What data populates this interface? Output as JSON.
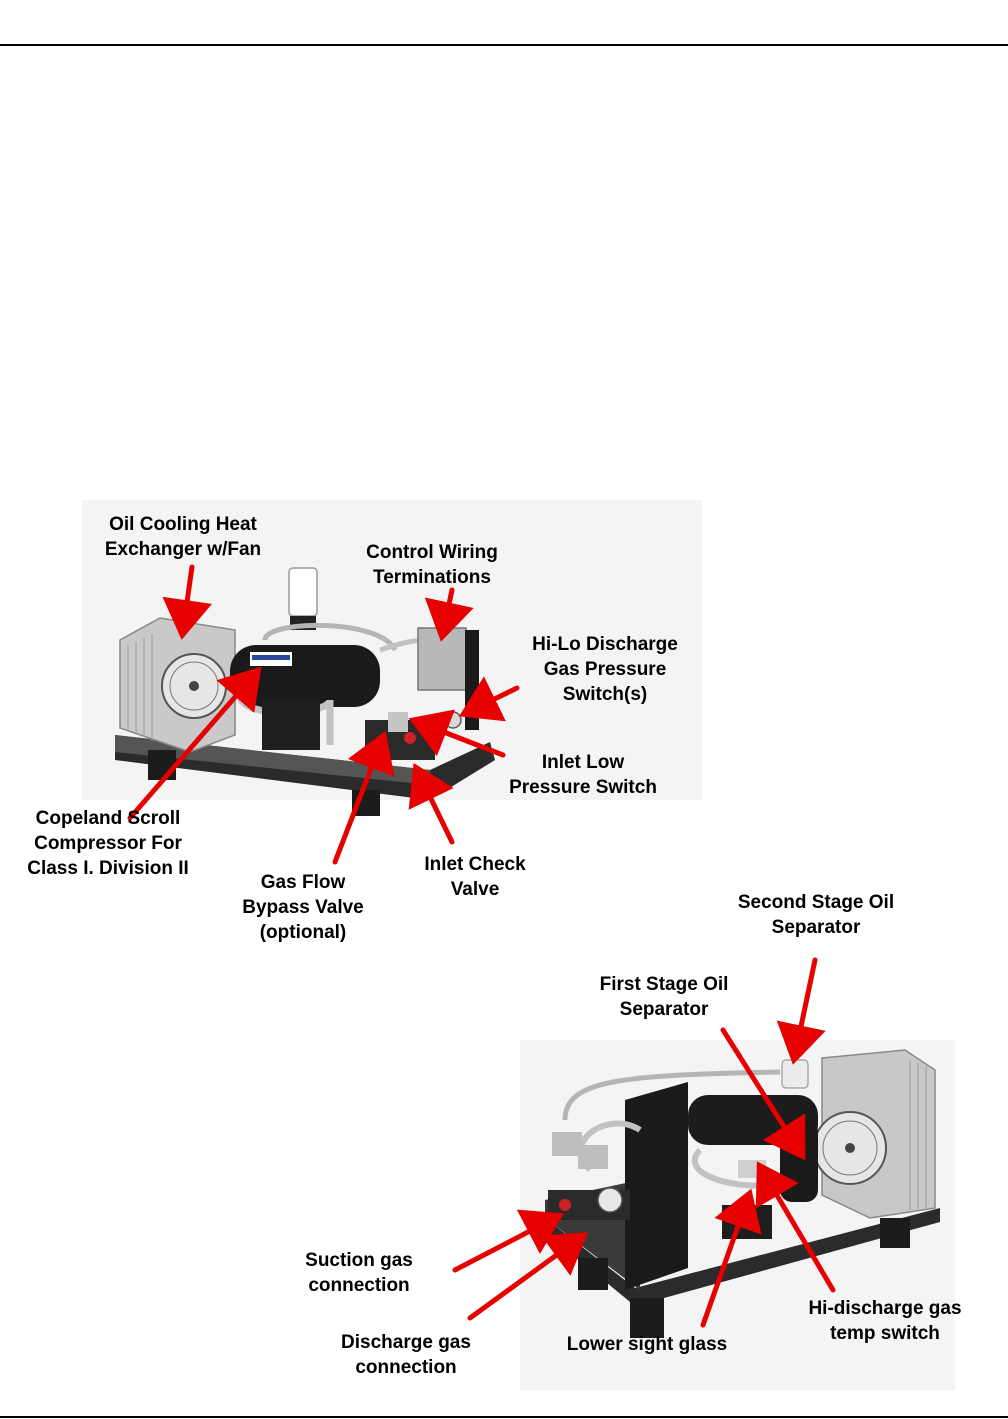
{
  "colors": {
    "arrow": "#e60000",
    "label_text": "#000000",
    "rule": "#000000"
  },
  "figure1": {
    "labels": {
      "oil_cooling": "Oil Cooling Heat\nExchanger w/Fan",
      "control_wiring": "Control Wiring\nTerminations",
      "hi_lo_switch": "Hi-Lo Discharge\nGas Pressure\nSwitch(s)",
      "inlet_low": "Inlet Low\nPressure Switch",
      "inlet_check": "Inlet Check\nValve",
      "bypass_valve": "Gas Flow\nBypass Valve\n(optional)",
      "compressor": "Copeland Scroll\nCompressor For\nClass I. Division II"
    }
  },
  "figure2": {
    "labels": {
      "second_stage": "Second Stage Oil\nSeparator",
      "first_stage": "First Stage Oil\nSeparator",
      "suction": "Suction gas\nconnection",
      "discharge": "Discharge gas\nconnection",
      "sight_glass": "Lower sight glass",
      "temp_switch": "Hi-discharge gas\ntemp switch"
    }
  }
}
